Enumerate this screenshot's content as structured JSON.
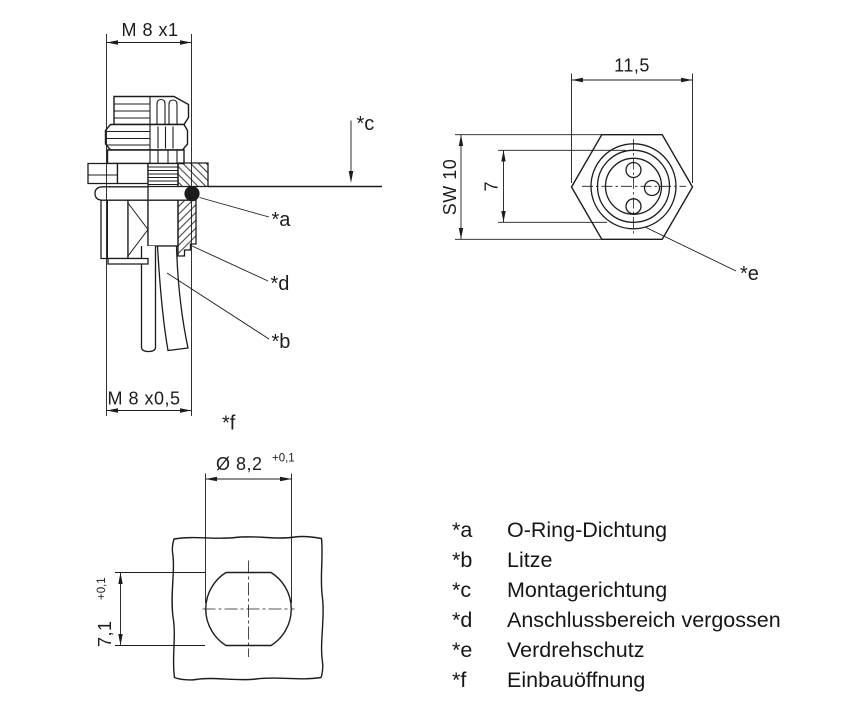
{
  "colors": {
    "line": "#1c1c1c",
    "background": "#ffffff",
    "oring_section": "#1c1c1c"
  },
  "side_view": {
    "dim_thread_top": "M 8 x1",
    "dim_thread_bottom": "M 8 x0,5",
    "label_a": "*a",
    "label_b": "*b",
    "label_c": "*c",
    "label_d": "*d",
    "label_f": "*f"
  },
  "front_view": {
    "dim_width": "11,5",
    "dim_wrench": "SW 10",
    "dim_face": "7",
    "label_e": "*e"
  },
  "hole_view": {
    "dim_diameter": "Ø 8,2",
    "dim_diameter_tolerance": "+0,1",
    "dim_height": "7,1",
    "dim_height_tolerance": "+0,1"
  },
  "legend": {
    "items": [
      {
        "key": "*a",
        "label": "O-Ring-Dichtung"
      },
      {
        "key": "*b",
        "label": "Litze"
      },
      {
        "key": "*c",
        "label": "Montagerichtung"
      },
      {
        "key": "*d",
        "label": "Anschlussbereich vergossen"
      },
      {
        "key": "*e",
        "label": "Verdrehschutz"
      },
      {
        "key": "*f",
        "label": "Einbauöffnung"
      }
    ]
  }
}
